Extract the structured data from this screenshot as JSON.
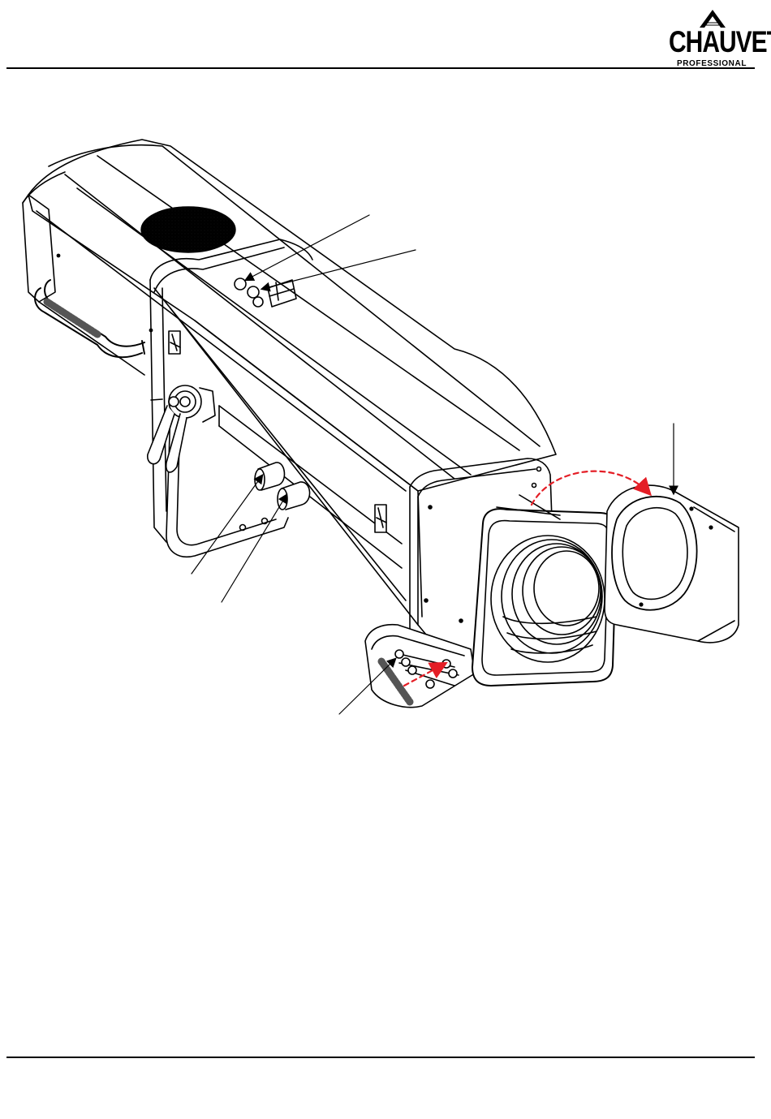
{
  "header": {
    "logo": {
      "brand": "CHAUVET",
      "sub": "PROFESSIONAL"
    }
  },
  "figure": {
    "subject": "followspot-fixture-diagram",
    "accent_color": "#e41e26",
    "line_color": "#000000",
    "filter_color": "#9a9a9a"
  }
}
